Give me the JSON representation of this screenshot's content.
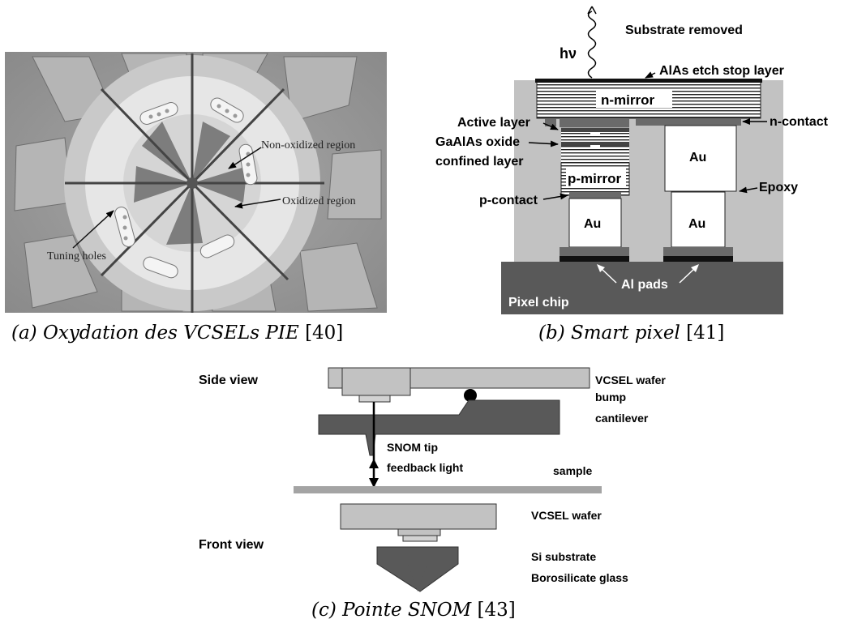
{
  "captions": {
    "a": {
      "text": "(a) Oxydation des VCSELs PIE",
      "ref": "[40]"
    },
    "b": {
      "text": "(b) Smart pixel",
      "ref": "[41]"
    },
    "c": {
      "text": "(c) Pointe SNOM",
      "ref": "[43]"
    }
  },
  "photo_a": {
    "labels": {
      "non_oxidized": "Non-oxidized region",
      "oxidized": "Oxidized region",
      "tuning": "Tuning holes"
    }
  },
  "pixel_b": {
    "labels": {
      "hv": "hν",
      "substrate_removed": "Substrate removed",
      "etch_stop": "AlAs etch stop layer",
      "n_mirror": "n-mirror",
      "active_layer": "Active layer",
      "oxide_1": "GaAlAs oxide",
      "oxide_2": "confined layer",
      "p_mirror": "p-mirror",
      "n_contact": "n-contact",
      "epoxy": "Epoxy",
      "p_contact": "p-contact",
      "au": "Au",
      "al_pads": "Al pads",
      "pixel_chip": "Pixel chip"
    }
  },
  "snom_c": {
    "labels": {
      "side_view": "Side view",
      "vcsel_wafer": "VCSEL wafer",
      "bump": "bump",
      "cantilever": "cantilever",
      "snom_tip": "SNOM tip",
      "feedback": "feedback light",
      "sample": "sample",
      "front_view": "Front view",
      "si_substrate": "Si substrate",
      "borosilicate": "Borosilicate glass"
    }
  },
  "colors": {
    "dark_gray": "#555555",
    "light_gray": "#bdbdbd",
    "mid_gray": "#7a7a7a"
  }
}
